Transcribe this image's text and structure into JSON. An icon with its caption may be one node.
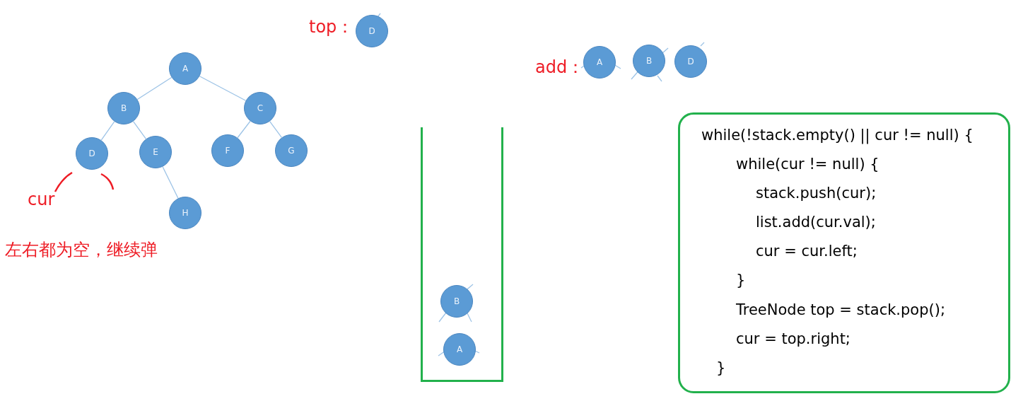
{
  "diagram": {
    "nodes": [
      {
        "text": [
          "A"
        ]
      },
      {
        "text": [
          "B"
        ]
      },
      {
        "text": [
          "C"
        ]
      },
      {
        "text": [
          "D"
        ]
      },
      {
        "text": [
          "E"
        ]
      },
      {
        "text": [
          "F"
        ]
      },
      {
        "text": [
          "G"
        ]
      },
      {
        "text": [
          "H"
        ]
      },
      {
        "text": [
          "D"
        ]
      },
      {
        "text": [
          "A"
        ]
      },
      {
        "text": [
          "B"
        ]
      },
      {
        "text": [
          "D"
        ]
      },
      {
        "text": [],
        "shape": "box"
      },
      {
        "text": [
          "B"
        ],
        "in": 12
      },
      {
        "text": [
          "A"
        ],
        "in": 12
      },
      {
        "text": [
          "while(!stack.empty() || cur != null) {",
          "while(cur != null) {",
          "stack.push(cur);",
          "list.add(cur.val);",
          "cur = cur.left;",
          "}",
          "TreeNode top = stack.pop();",
          "cur = top.right;",
          "}"
        ]
      }
    ],
    "edges": [
      {
        "from": 0,
        "to": 1,
        "arrow": "none"
      },
      {
        "from": 0,
        "to": 2,
        "arrow": "none"
      },
      {
        "from": 1,
        "to": 3,
        "arrow": "none"
      },
      {
        "from": 1,
        "to": 4,
        "arrow": "none"
      },
      {
        "from": 2,
        "to": 5,
        "arrow": "none"
      },
      {
        "from": 2,
        "to": 6,
        "arrow": "none"
      },
      {
        "from": 4,
        "to": 7,
        "arrow": "none"
      }
    ],
    "labels": [
      "top：",
      "add：",
      "cur",
      "左右都为空，继续弹"
    ]
  }
}
